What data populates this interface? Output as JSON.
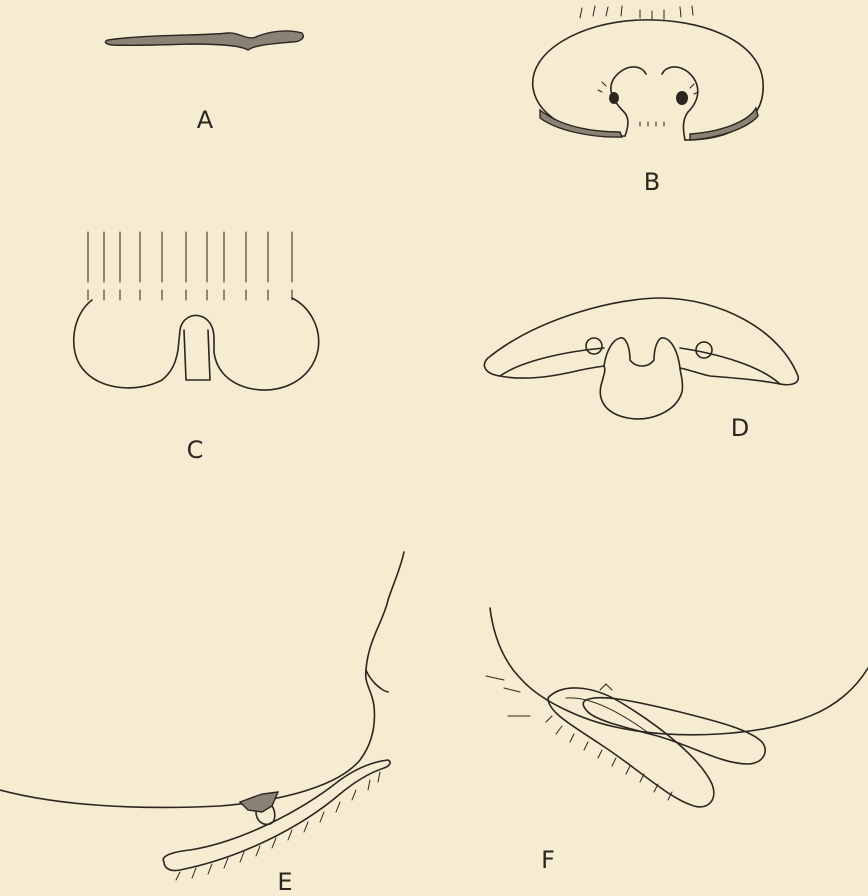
{
  "figures": [
    {
      "id": "A",
      "label": "A"
    },
    {
      "id": "B",
      "label": "B"
    },
    {
      "id": "C",
      "label": "C"
    },
    {
      "id": "D",
      "label": "D"
    },
    {
      "id": "E",
      "label": "E"
    },
    {
      "id": "F",
      "label": "F"
    }
  ],
  "colors": {
    "paper": "#f5ecd1",
    "ink": "#2b2620",
    "shade": "#8a8275"
  }
}
